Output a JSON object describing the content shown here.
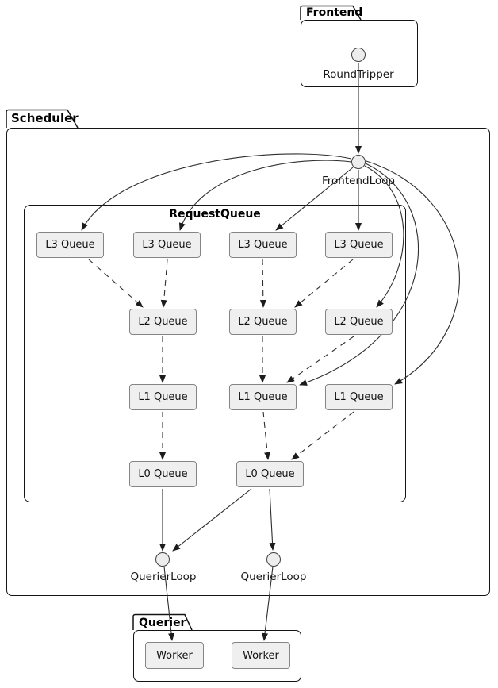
{
  "diagram": {
    "frontend": {
      "title": "Frontend",
      "round_tripper": "RoundTripper"
    },
    "scheduler": {
      "title": "Scheduler",
      "frontend_loop": "FrontendLoop",
      "querier_loops": [
        "QuerierLoop",
        "QuerierLoop"
      ]
    },
    "request_queue": {
      "title": "RequestQueue",
      "l3": [
        "L3 Queue",
        "L3 Queue",
        "L3 Queue",
        "L3 Queue"
      ],
      "l2": [
        "L2 Queue",
        "L2 Queue",
        "L2 Queue"
      ],
      "l1": [
        "L1 Queue",
        "L1 Queue",
        "L1 Queue"
      ],
      "l0": [
        "L0 Queue",
        "L0 Queue"
      ]
    },
    "querier": {
      "title": "Querier",
      "workers": [
        "Worker",
        "Worker"
      ]
    },
    "colors": {
      "box_fill": "#efefef",
      "box_border": "#858585",
      "circle_fill": "#ededed",
      "circle_border": "#3f3f3f",
      "edge": "#2d2d2d",
      "package_border": "#141414",
      "bg": "#ffffff"
    }
  }
}
